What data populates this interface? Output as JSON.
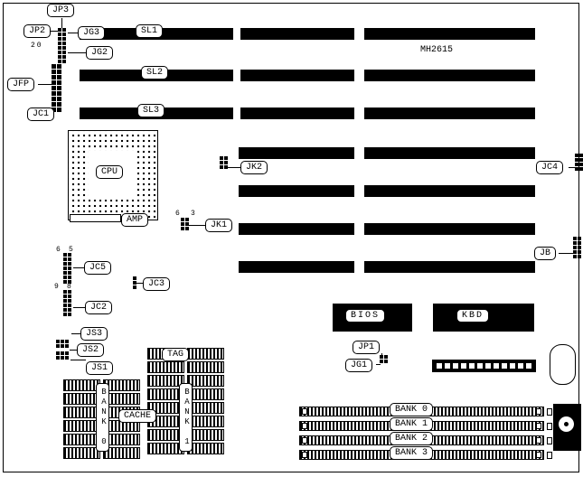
{
  "board": {
    "part_number": "MH2615"
  },
  "labels": {
    "jp3": "JP3",
    "jp2": "JP2",
    "jg3": "JG3",
    "jg2": "JG2",
    "jfp": "JFP",
    "jc1": "JC1",
    "sl1": "SL1",
    "sl2": "SL2",
    "sl3": "SL3",
    "jk2": "JK2",
    "jc4": "JC4",
    "jk1": "JK1",
    "jb": "JB",
    "jc5": "JC5",
    "jc3": "JC3",
    "jc2": "JC2",
    "js3": "JS3",
    "js2": "JS2",
    "js1": "JS1",
    "jp1": "JP1",
    "jg1": "JG1",
    "cpu": "CPU",
    "amp": "AMP",
    "tag": "TAG",
    "cache": "CACHE",
    "cache_bank0": "BANK 0",
    "cache_bank1": "BANK 1",
    "bios": "BIOS",
    "kbd": "KBD",
    "simm_bank0": "BANK 0",
    "simm_bank1": "BANK 1",
    "simm_bank2": "BANK 2",
    "simm_bank3": "BANK 3"
  },
  "pin_numbers": {
    "jfp_20": "20",
    "jk1_6": "6",
    "jk1_3": "3",
    "jc5_6": "6",
    "jc5_5": "5",
    "jc2_9": "9",
    "jc2_8": "8"
  }
}
